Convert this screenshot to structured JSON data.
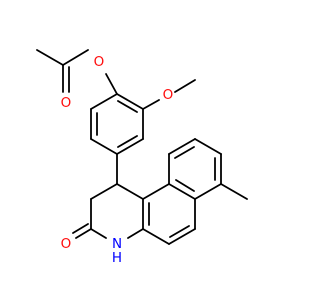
{
  "molecule": {
    "atoms": {
      "carbonyl_o_acetate": "O",
      "ester_o": "O",
      "methoxy_o": "O",
      "lactam_o": "O",
      "lactam_n": "N",
      "lactam_h": "H"
    },
    "colors": {
      "bond": "#000000",
      "oxygen": "#ff0d0d",
      "nitrogen": "#0000ff",
      "background": "#ffffff"
    }
  }
}
